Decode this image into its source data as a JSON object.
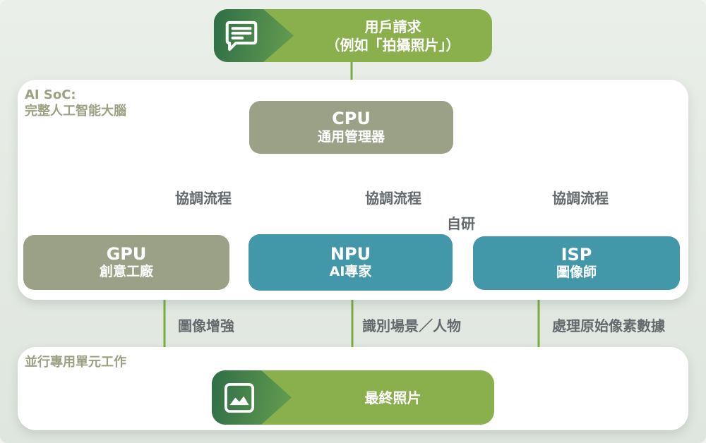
{
  "top_banner": {
    "icon": "chat-bubble-icon",
    "title": "用戶請求",
    "subtitle": "（例如「拍攝照片」）"
  },
  "soc_panel": {
    "label_line1": "AI SoC:",
    "label_line2": "完整人工智能大腦",
    "cpu": {
      "name": "CPU",
      "role": "通用管理器"
    },
    "branch_labels": [
      "協調流程",
      "協調流程",
      "協調流程"
    ],
    "npu_tag": "自研",
    "units": [
      {
        "name": "GPU",
        "role": "創意工廠",
        "output_label": "圖像增強"
      },
      {
        "name": "NPU",
        "role": "AI專家",
        "output_label": "識別場景／人物"
      },
      {
        "name": "ISP",
        "role": "圖像師",
        "output_label": "處理原始像素數據"
      }
    ]
  },
  "bottom_panel": {
    "label": "並行專用單元工作",
    "result": {
      "icon": "photo-icon",
      "title": "最終照片"
    }
  },
  "colors": {
    "banner_green": "#8ab04e",
    "chevron_dark_green": "#2e6e47",
    "olive_box": "#9ba186",
    "teal_box": "#4297a9",
    "connector_green": "#7aad41",
    "gray_label": "#63696c",
    "olive_label": "#9ba183",
    "background": "#e4eae3",
    "panel_white": "#ffffff"
  }
}
